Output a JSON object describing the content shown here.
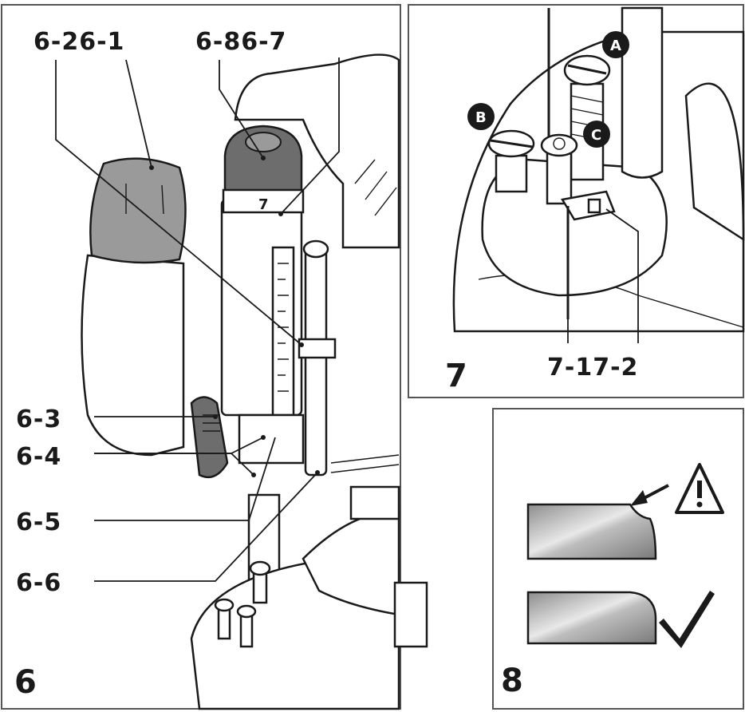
{
  "panels": {
    "p6": {
      "number": "6",
      "callouts": {
        "c1": "6-26-1",
        "c2": "6-86-7",
        "c3": "6-3",
        "c4": "6-4",
        "c5": "6-5",
        "c6": "6-6"
      },
      "dial_digit": "7"
    },
    "p7": {
      "number": "7",
      "callout": "7-17-2",
      "badges": {
        "a": "A",
        "b": "B",
        "c": "C"
      }
    },
    "p8": {
      "number": "8",
      "wrong_icon": "warning-triangle-icon",
      "right_icon": "checkmark-icon"
    }
  },
  "colors": {
    "ink": "#1a1a1a",
    "grip_gray": "#9a9a9a",
    "frame_gray": "#555555"
  }
}
